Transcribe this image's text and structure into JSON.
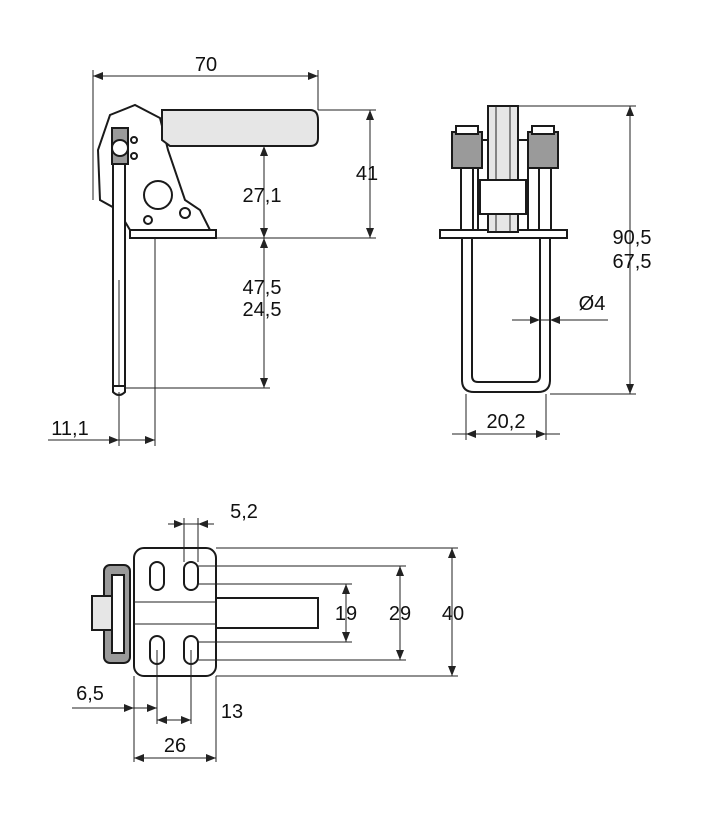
{
  "drawing": {
    "dimensions": {
      "side_width": "70",
      "side_height": "41",
      "side_handle_height": "27,1",
      "side_travel_a": "47,5",
      "side_travel_b": "24,5",
      "side_offset": "11,1",
      "front_height_a": "90,5",
      "front_height_b": "67,5",
      "front_diameter": "Ø4",
      "front_width": "20,2",
      "top_slot_width": "5,2",
      "top_h19": "19",
      "top_h29": "29",
      "top_h40": "40",
      "top_b65": "6,5",
      "top_b13": "13",
      "top_b26": "26"
    }
  }
}
